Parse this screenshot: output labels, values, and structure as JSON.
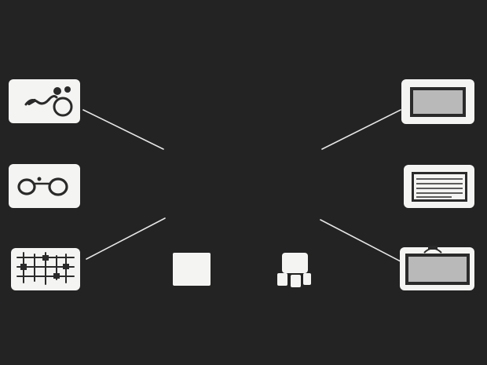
{
  "background_color": "#232323",
  "card_color": "#f4f4f2",
  "line_color": "#e6e6e6",
  "icon_stroke_color": "#2a2a2a",
  "icon_fill_gray": "#b9b9b9",
  "nodes": [
    {
      "id": "left-top",
      "icon": "eyeglasses-sketch-icon"
    },
    {
      "id": "left-middle",
      "icon": "glasses-icon"
    },
    {
      "id": "left-bottom",
      "icon": "equalizer-controls-icon"
    },
    {
      "id": "right-top",
      "icon": "monitor-screen-icon"
    },
    {
      "id": "right-middle",
      "icon": "text-lines-panel-icon"
    },
    {
      "id": "right-bottom",
      "icon": "handled-display-icon"
    },
    {
      "id": "center-left",
      "icon": "blank-square-icon"
    },
    {
      "id": "center-right",
      "icon": "robot-figure-icon"
    }
  ]
}
